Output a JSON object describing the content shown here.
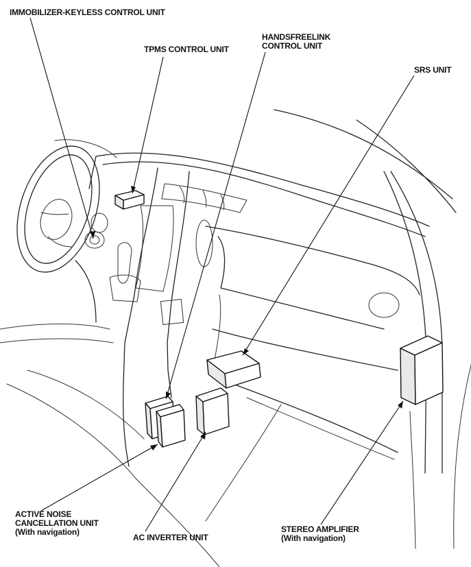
{
  "labels": {
    "immobilizer": "IMMOBILIZER-KEYLESS CONTROL UNIT",
    "tpms": "TPMS CONTROL UNIT",
    "handsfreelink": [
      "HANDSFREELINK",
      "CONTROL UNIT"
    ],
    "srs": "SRS UNIT",
    "active_noise": [
      "ACTIVE NOISE",
      "CANCELLATION UNIT",
      "(With navigation)"
    ],
    "ac_inverter": "AC INVERTER UNIT",
    "stereo_amp": [
      "STEREO AMPLIFIER",
      "(With navigation)"
    ]
  }
}
